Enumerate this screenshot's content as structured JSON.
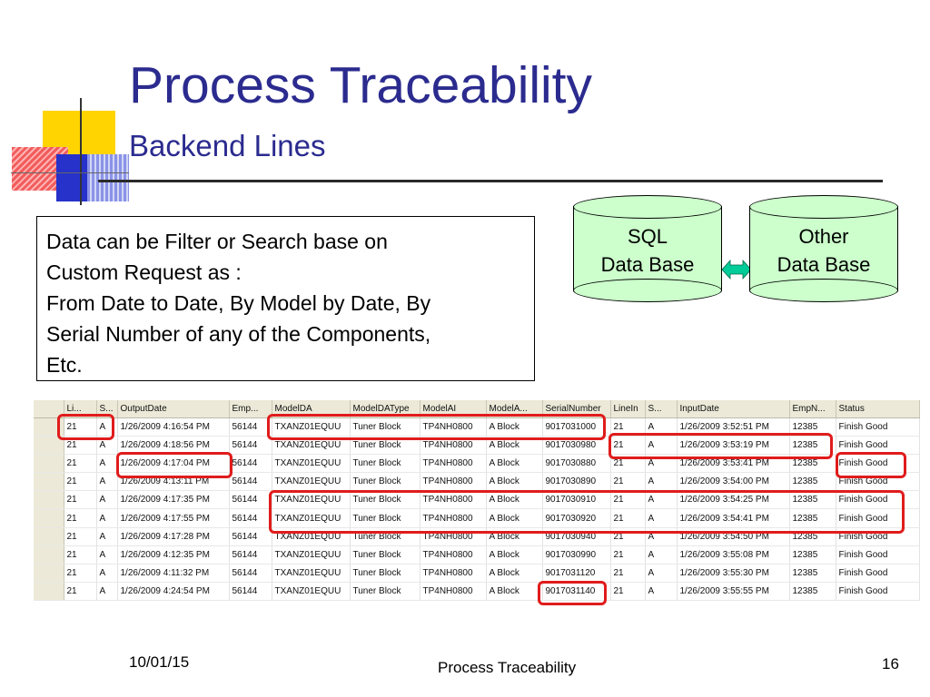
{
  "slide": {
    "title": "Process Traceability",
    "subtitle": "Backend Lines"
  },
  "textbox": {
    "lines": [
      "Data can be Filter or Search base on",
      "Custom Request as :",
      "From Date to Date, By Model by Date, By",
      "Serial Number of any of the Components,",
      "Etc."
    ]
  },
  "databases": [
    {
      "line1": "SQL",
      "line2": "Data Base"
    },
    {
      "line1": "Other",
      "line2": "Data Base"
    }
  ],
  "colors": {
    "title": "#2b2b8f",
    "cylinder_fill": "#ccffcc",
    "arrow": "#00cc99",
    "highlight": "#e01c1c"
  },
  "table": {
    "columns": [
      "Li...",
      "S...",
      "OutputDate",
      "Emp...",
      "ModelDA",
      "ModelDAType",
      "ModelAI",
      "ModelA...",
      "SerialNumber",
      "LineIn",
      "S...",
      "InputDate",
      "EmpN...",
      "Status"
    ],
    "rows": [
      [
        "21",
        "A",
        "1/26/2009 4:16:54 PM",
        "56144",
        "TXANZ01EQUU",
        "Tuner Block",
        "TP4NH0800",
        "A Block",
        "9017031000",
        "21",
        "A",
        "1/26/2009 3:52:51 PM",
        "12385",
        "Finish Good"
      ],
      [
        "21",
        "A",
        "1/26/2009 4:18:56 PM",
        "56144",
        "TXANZ01EQUU",
        "Tuner Block",
        "TP4NH0800",
        "A Block",
        "9017030980",
        "21",
        "A",
        "1/26/2009 3:53:19 PM",
        "12385",
        "Finish Good"
      ],
      [
        "21",
        "A",
        "1/26/2009 4:17:04 PM",
        "56144",
        "TXANZ01EQUU",
        "Tuner Block",
        "TP4NH0800",
        "A Block",
        "9017030880",
        "21",
        "A",
        "1/26/2009 3:53:41 PM",
        "12385",
        "Finish Good"
      ],
      [
        "21",
        "A",
        "1/26/2009 4:13:11 PM",
        "56144",
        "TXANZ01EQUU",
        "Tuner Block",
        "TP4NH0800",
        "A Block",
        "9017030890",
        "21",
        "A",
        "1/26/2009 3:54:00 PM",
        "12385",
        "Finish Good"
      ],
      [
        "21",
        "A",
        "1/26/2009 4:17:35 PM",
        "56144",
        "TXANZ01EQUU",
        "Tuner Block",
        "TP4NH0800",
        "A Block",
        "9017030910",
        "21",
        "A",
        "1/26/2009 3:54:25 PM",
        "12385",
        "Finish Good"
      ],
      [
        "21",
        "A",
        "1/26/2009 4:17:55 PM",
        "56144",
        "TXANZ01EQUU",
        "Tuner Block",
        "TP4NH0800",
        "A Block",
        "9017030920",
        "21",
        "A",
        "1/26/2009 3:54:41 PM",
        "12385",
        "Finish Good"
      ],
      [
        "21",
        "A",
        "1/26/2009 4:17:28 PM",
        "56144",
        "TXANZ01EQUU",
        "Tuner Block",
        "TP4NH0800",
        "A Block",
        "9017030940",
        "21",
        "A",
        "1/26/2009 3:54:50 PM",
        "12385",
        "Finish Good"
      ],
      [
        "21",
        "A",
        "1/26/2009 4:12:35 PM",
        "56144",
        "TXANZ01EQUU",
        "Tuner Block",
        "TP4NH0800",
        "A Block",
        "9017030990",
        "21",
        "A",
        "1/26/2009 3:55:08 PM",
        "12385",
        "Finish Good"
      ],
      [
        "21",
        "A",
        "1/26/2009 4:11:32 PM",
        "56144",
        "TXANZ01EQUU",
        "Tuner Block",
        "TP4NH0800",
        "A Block",
        "9017031120",
        "21",
        "A",
        "1/26/2009 3:55:30 PM",
        "12385",
        "Finish Good"
      ],
      [
        "21",
        "A",
        "1/26/2009 4:24:54 PM",
        "56144",
        "TXANZ01EQUU",
        "Tuner Block",
        "TP4NH0800",
        "A Block",
        "9017031140",
        "21",
        "A",
        "1/26/2009 3:55:55 PM",
        "12385",
        "Finish Good"
      ]
    ]
  },
  "footer": {
    "date": "10/01/15",
    "center": "Process Traceability",
    "page": "16"
  }
}
